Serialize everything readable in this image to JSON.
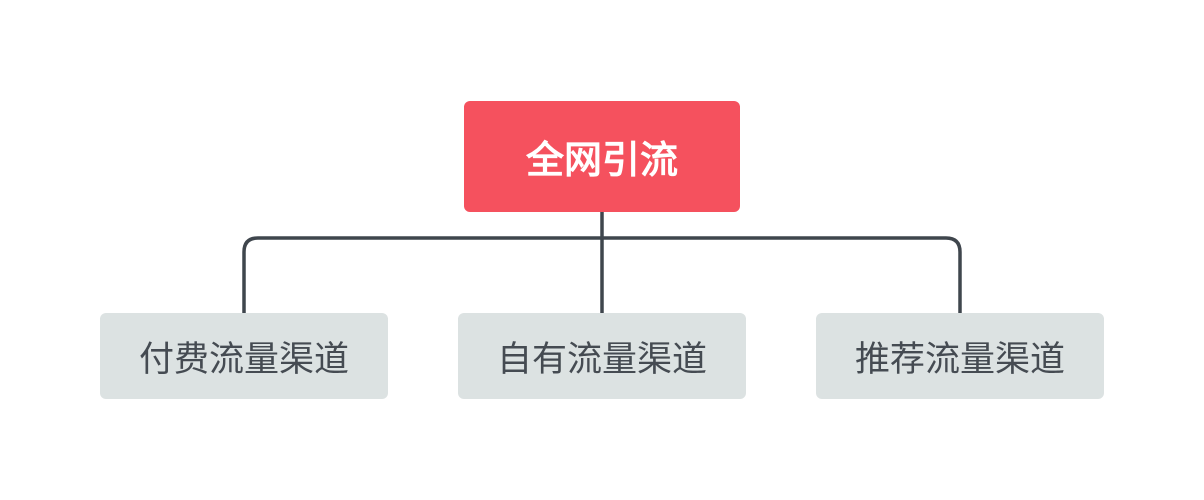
{
  "root": {
    "label": "全网引流"
  },
  "children": [
    {
      "label": "付费流量渠道"
    },
    {
      "label": "自有流量渠道"
    },
    {
      "label": "推荐流量渠道"
    }
  ],
  "colors": {
    "root_fill": "#F5515E",
    "root_text": "#FFFFFF",
    "child_fill": "#DCE2E2",
    "child_text": "#454B52",
    "connector": "#3F464D"
  }
}
